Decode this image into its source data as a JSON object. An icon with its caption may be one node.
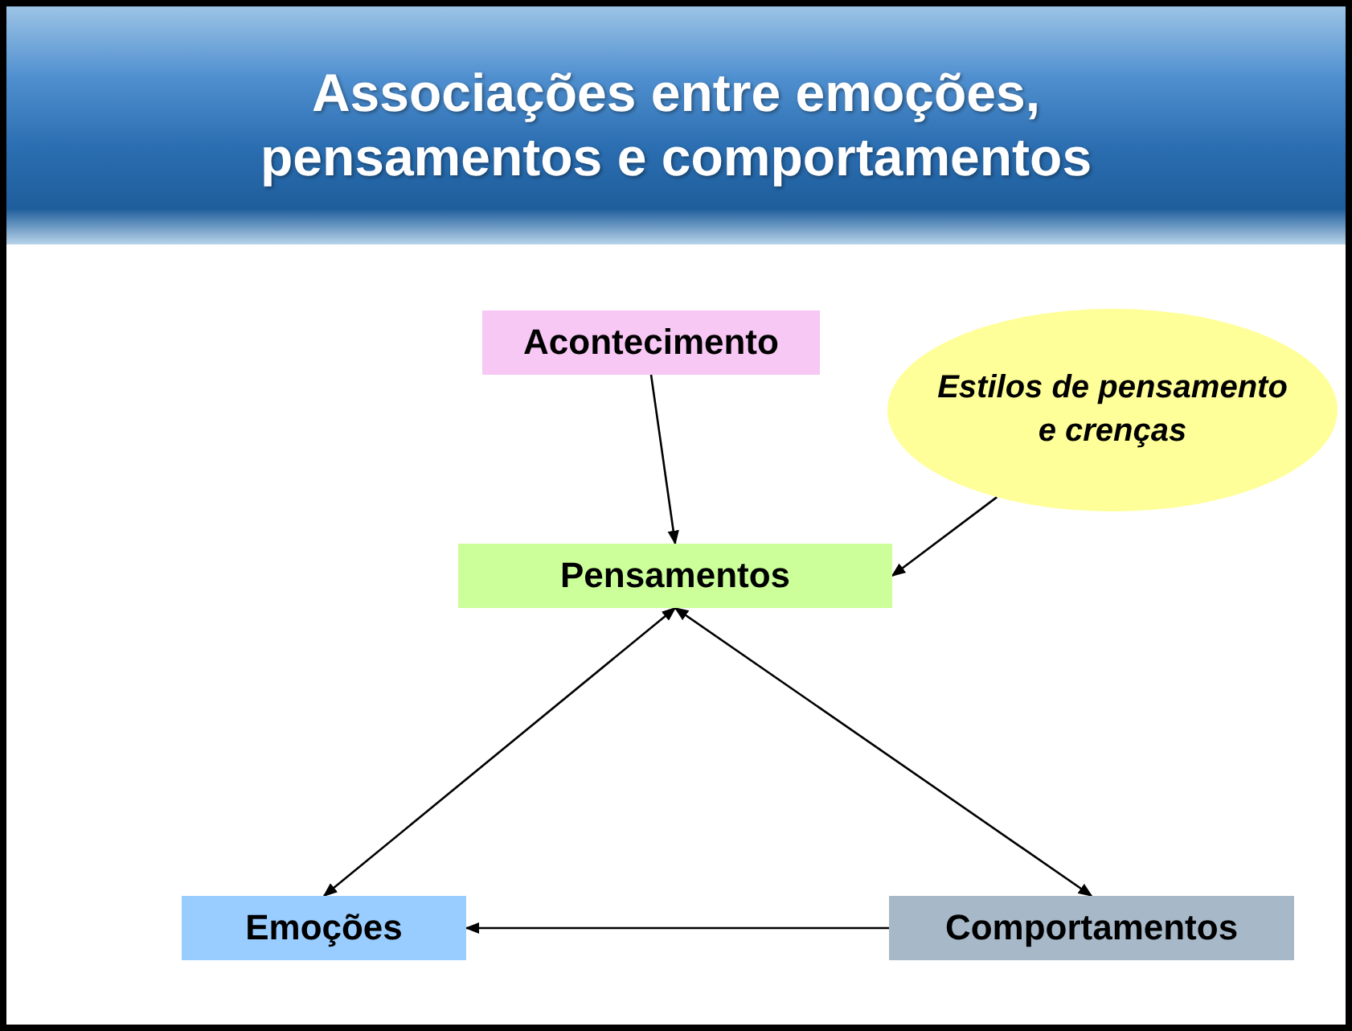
{
  "diagram": {
    "title": "Associações entre emoções, pensamentos e comportamentos",
    "nodes": [
      {
        "text": [
          "Acontecimento"
        ]
      },
      {
        "text": [
          "Estilos de pensamento e crenças"
        ]
      },
      {
        "text": [
          "Pensamentos"
        ]
      },
      {
        "text": [
          "Emoções"
        ]
      },
      {
        "text": [
          "Comportamentos"
        ]
      }
    ],
    "edges": [
      {
        "from": 0,
        "to": 2,
        "arrow": "to"
      },
      {
        "from": 1,
        "to": 2,
        "arrow": "to"
      },
      {
        "from": 2,
        "to": 3,
        "arrow": "both"
      },
      {
        "from": 2,
        "to": 4,
        "arrow": "both"
      },
      {
        "from": 4,
        "to": 3,
        "arrow": "to"
      }
    ]
  }
}
